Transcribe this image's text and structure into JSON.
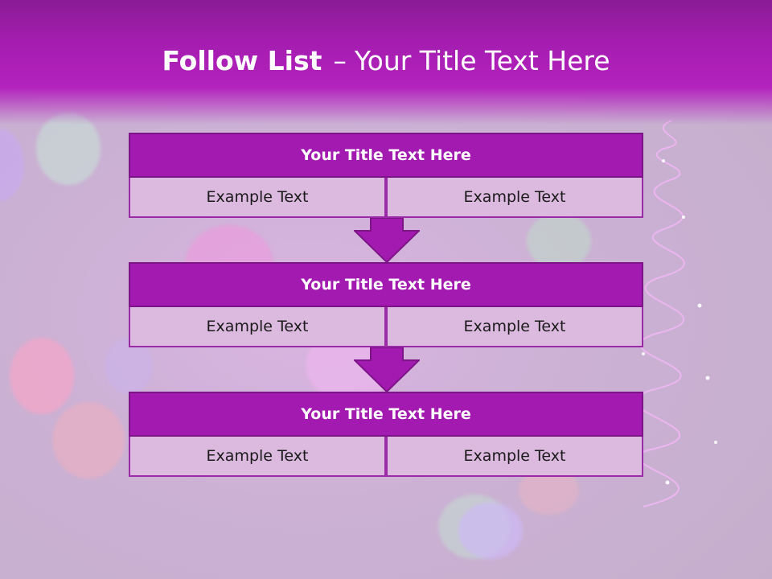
{
  "slide": {
    "title_bold": "Follow List",
    "title_dash": "–",
    "title_rest": "Your Title Text Here"
  },
  "blocks": [
    {
      "title": "Your Title Text Here",
      "left": "Example Text",
      "right": "Example Text"
    },
    {
      "title": "Your Title Text Here",
      "left": "Example Text",
      "right": "Example Text"
    },
    {
      "title": "Your Title Text Here",
      "left": "Example Text",
      "right": "Example Text"
    }
  ],
  "colors": {
    "header": "#a51db0",
    "block_title": "#a31ab0",
    "cell": "#dcb9de",
    "arrow": "#a31ab0"
  }
}
